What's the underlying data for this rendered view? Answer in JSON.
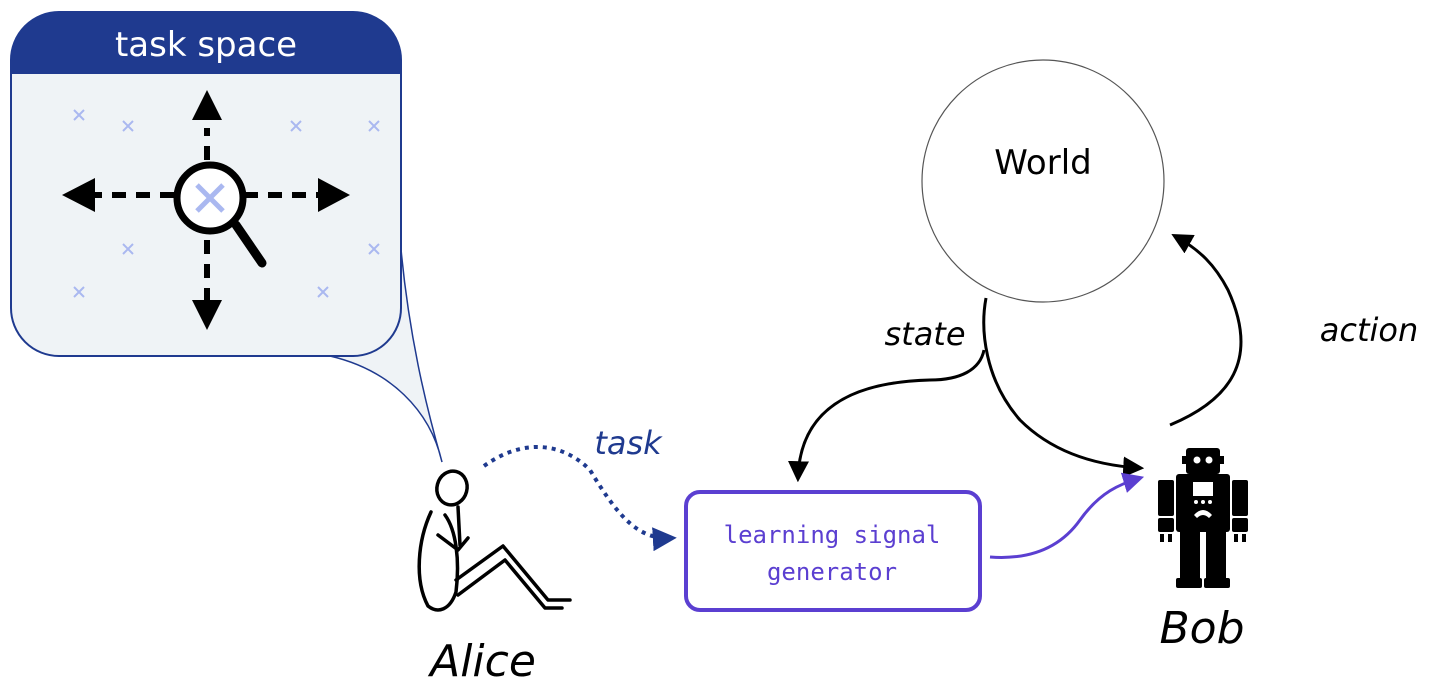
{
  "task_space": {
    "title": "task space",
    "header_color": "#1f3a8f",
    "body_color": "#eff3f6",
    "marker_color": "#aab8f0"
  },
  "alice": {
    "name": "Alice"
  },
  "bob": {
    "name": "Bob"
  },
  "world": {
    "label": "World"
  },
  "edges": {
    "task": "task",
    "state": "state",
    "action": "action"
  },
  "generator": {
    "line1": "learning signal",
    "line2": "generator",
    "color": "#5b3fd1"
  },
  "colors": {
    "task_arrow": "#1f3a8f",
    "signal_arrow": "#5b3fd1",
    "ink": "#000000"
  }
}
